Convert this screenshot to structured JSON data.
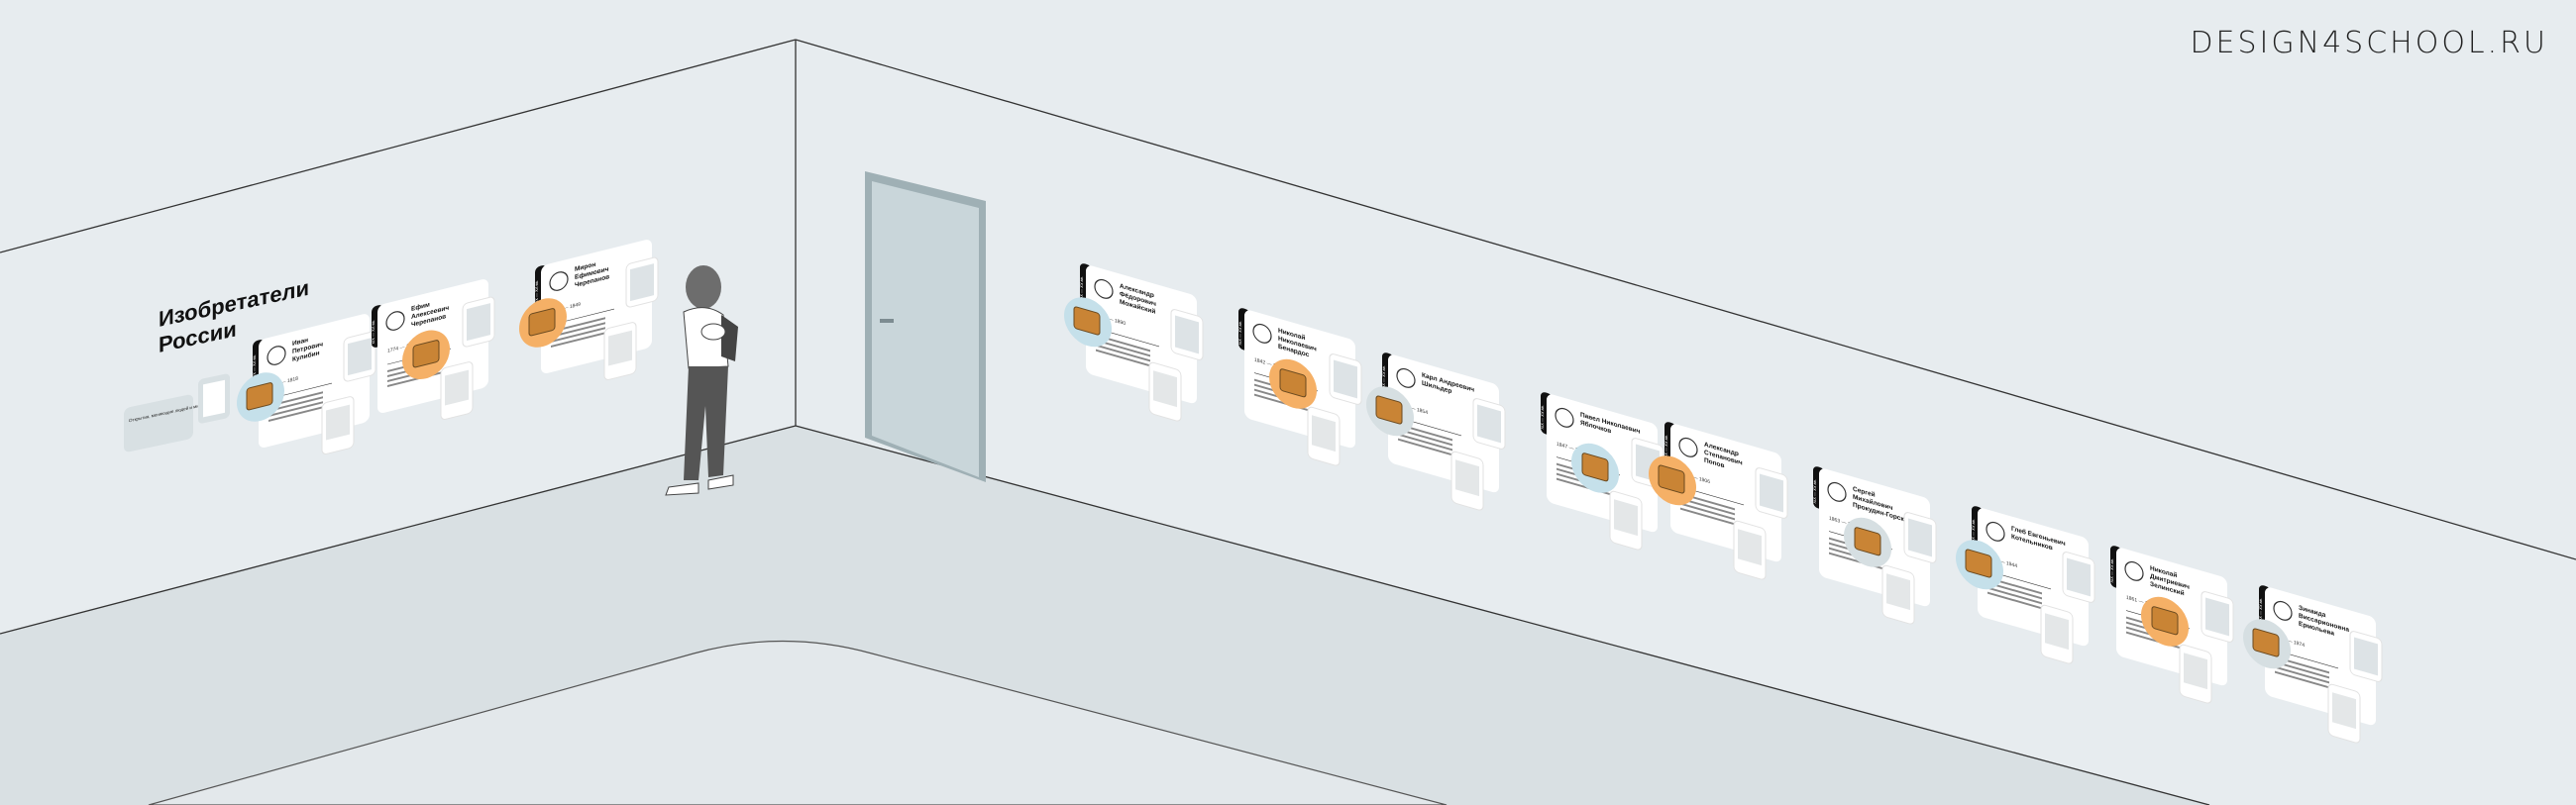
{
  "logo": "DESIGN4SCHOOL.RU",
  "exhibit": {
    "title_line1": "Изобретатели",
    "title_line2": "России",
    "intro": "Открытия, меняющие людей и мир",
    "era_label": "XIX — XX вв."
  },
  "colors": {
    "wall": "#e7ecef",
    "floor": "#d9e0e3",
    "door": "#c9d6da",
    "orange": "#f5b066",
    "blue": "#c5e0ea",
    "grey": "#d6dfe2"
  },
  "left_panels": [
    {
      "name": [
        "Иван",
        "Петрович",
        "Кулибин"
      ],
      "years": "1735 — 1818",
      "blob": "blue",
      "icon": "carriage"
    },
    {
      "name": [
        "Ефим",
        "Алексеевич",
        "Черепанов"
      ],
      "years": "1774 — 1842",
      "blob": "orange",
      "icon": "locomotive"
    },
    {
      "name": [
        "Мирон",
        "Ефимович",
        "Черепанов"
      ],
      "years": "1803 — 1849",
      "blob": "orange",
      "icon": "locomotive"
    }
  ],
  "right_panels": [
    {
      "name": [
        "Александр",
        "Фёдорович",
        "Можайский"
      ],
      "years": "1825 — 1890",
      "blob": "blue",
      "icon": "airplane"
    },
    {
      "name": [
        "Николай",
        "Николаевич",
        "Бенардос"
      ],
      "years": "1842 — 1905",
      "blob": "orange",
      "icon": "welder"
    },
    {
      "name": [
        "Карл Андреевич",
        "Шильдер"
      ],
      "years": "1785 — 1854",
      "blob": "grey",
      "icon": "submarine"
    },
    {
      "name": [
        "Павел Николаевич",
        "Яблочков"
      ],
      "years": "1847 — 1894",
      "blob": "blue",
      "icon": "lamp"
    },
    {
      "name": [
        "Александр",
        "Степанович",
        "Попов"
      ],
      "years": "1859 — 1906",
      "blob": "orange",
      "icon": "radio"
    },
    {
      "name": [
        "Сергей",
        "Михайлович",
        "Прокудин-Горский"
      ],
      "years": "1863 — 1944",
      "blob": "grey",
      "icon": "camera"
    },
    {
      "name": [
        "Глеб Евгеньевич",
        "Котельников"
      ],
      "years": "1872 — 1944",
      "blob": "blue",
      "icon": "parachute"
    },
    {
      "name": [
        "Николай",
        "Дмитриевич",
        "Зелинский"
      ],
      "years": "1861 — 1953",
      "blob": "orange",
      "icon": "gas-mask"
    },
    {
      "name": [
        "Зинаида",
        "Виссарионовна",
        "Ермольева"
      ],
      "years": "1898 — 1974",
      "blob": "grey",
      "icon": "microscope"
    }
  ]
}
